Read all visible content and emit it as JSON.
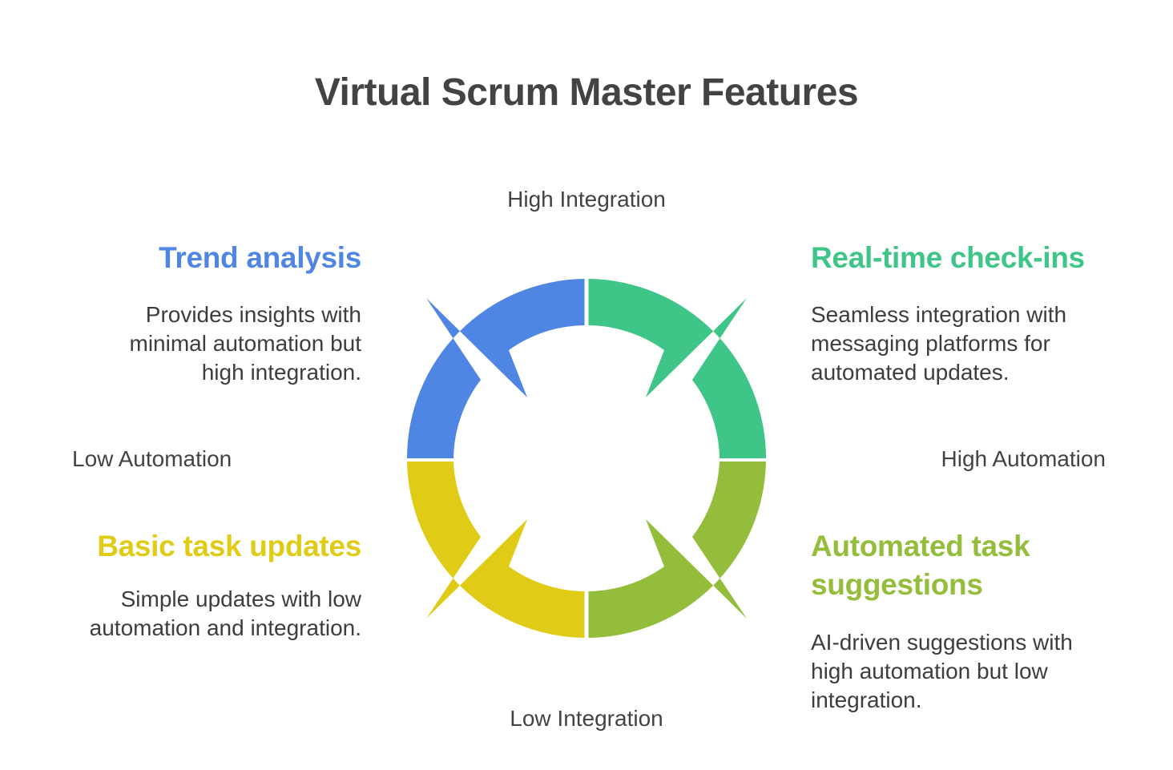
{
  "title": "Virtual Scrum Master Features",
  "axes": {
    "top": "High Integration",
    "bottom": "Low Integration",
    "left": "Low Automation",
    "right": "High Automation"
  },
  "quadrants": {
    "top_left": {
      "title": "Trend analysis",
      "description": "Provides insights with minimal automation but high integration.",
      "color": "#4f86e4"
    },
    "top_right": {
      "title": "Real-time check-ins",
      "description": "Seamless integration with messaging platforms for automated updates.",
      "color": "#3ec587"
    },
    "bottom_left": {
      "title": "Basic task updates",
      "description": "Simple updates with low automation and integration.",
      "color": "#e0cc16"
    },
    "bottom_right": {
      "title": "Automated task suggestions",
      "description": "AI-driven suggestions with high automation but low integration.",
      "color": "#93bd3a"
    }
  }
}
